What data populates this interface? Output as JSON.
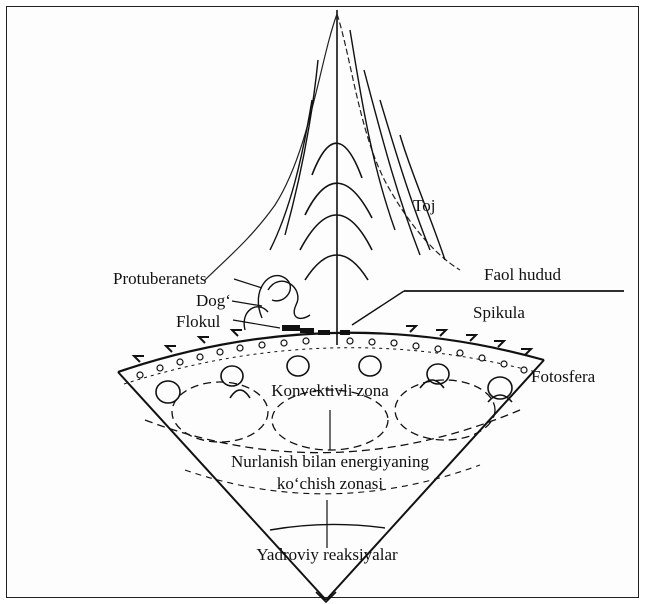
{
  "labels": {
    "toj": "Toj",
    "protuberanets": "Protuberanets",
    "dog": "Dog‘",
    "flokul": "Flokul",
    "faol_hudud": "Faol hudud",
    "spikula": "Spikula",
    "fotosfera": "Fotosfera",
    "konvektivli_zona": "Konvektivli zona",
    "nurlanish_line1": "Nurlanish bilan energiyaning",
    "nurlanish_line2": "ko‘chish zonasi",
    "yadroviy": "Yadroviy reaksiyalar"
  }
}
